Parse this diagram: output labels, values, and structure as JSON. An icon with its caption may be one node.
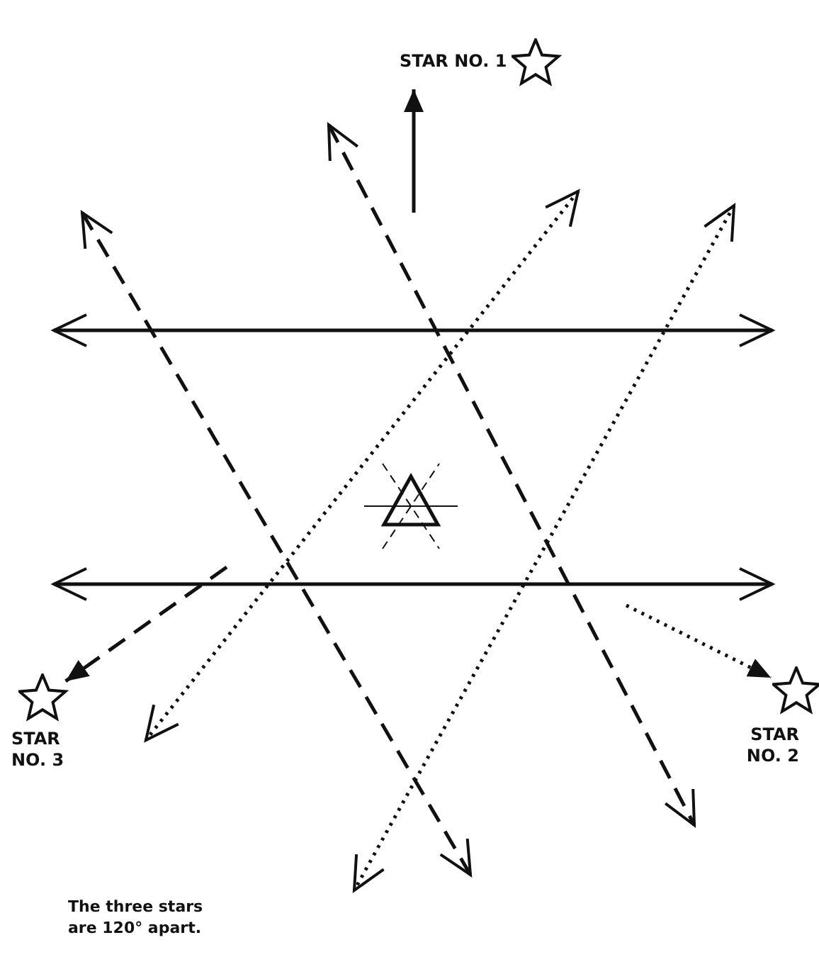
{
  "diagram": {
    "nodes": [
      {
        "text": [
          "STAR NO. 1"
        ]
      },
      {
        "text": [
          "STAR NO. 2"
        ]
      },
      {
        "text": [
          "STAR NO. 3"
        ]
      },
      {
        "text": [],
        "shape": "triangle"
      }
    ],
    "edges": [
      {
        "from": null,
        "to": 0,
        "arrow": "to"
      },
      {
        "from": null,
        "to": 1,
        "arrow": "to",
        "style": "dashed"
      },
      {
        "from": null,
        "to": 2,
        "arrow": "to",
        "style": "dashed"
      }
    ],
    "labels": [
      "The three stars are 120° apart."
    ]
  }
}
